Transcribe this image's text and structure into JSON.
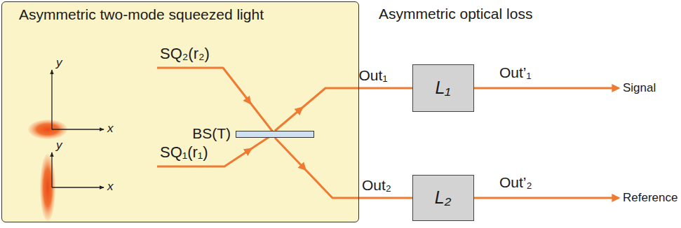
{
  "diagram": {
    "nodes": [
      {
        "text": [
          "Asymmetric two-mode squeezed light"
        ]
      },
      {
        "text": [
          "BS(T)"
        ],
        "in": 0
      },
      {
        "text": [
          "L₁"
        ]
      },
      {
        "text": [
          "L₂"
        ]
      }
    ],
    "edges": [
      {
        "from": 1,
        "to": 2,
        "arrow": "to",
        "label": "Out₁"
      },
      {
        "from": 1,
        "to": 3,
        "arrow": "to",
        "label": "Out₂"
      }
    ],
    "labels": [
      "Asymmetric optical loss",
      "y",
      "x",
      "y",
      "x",
      "SQ₂(r₂)",
      "SQ₁(r₁)",
      "Out’₁",
      "Out’₂",
      "Signal",
      "Reference"
    ]
  }
}
